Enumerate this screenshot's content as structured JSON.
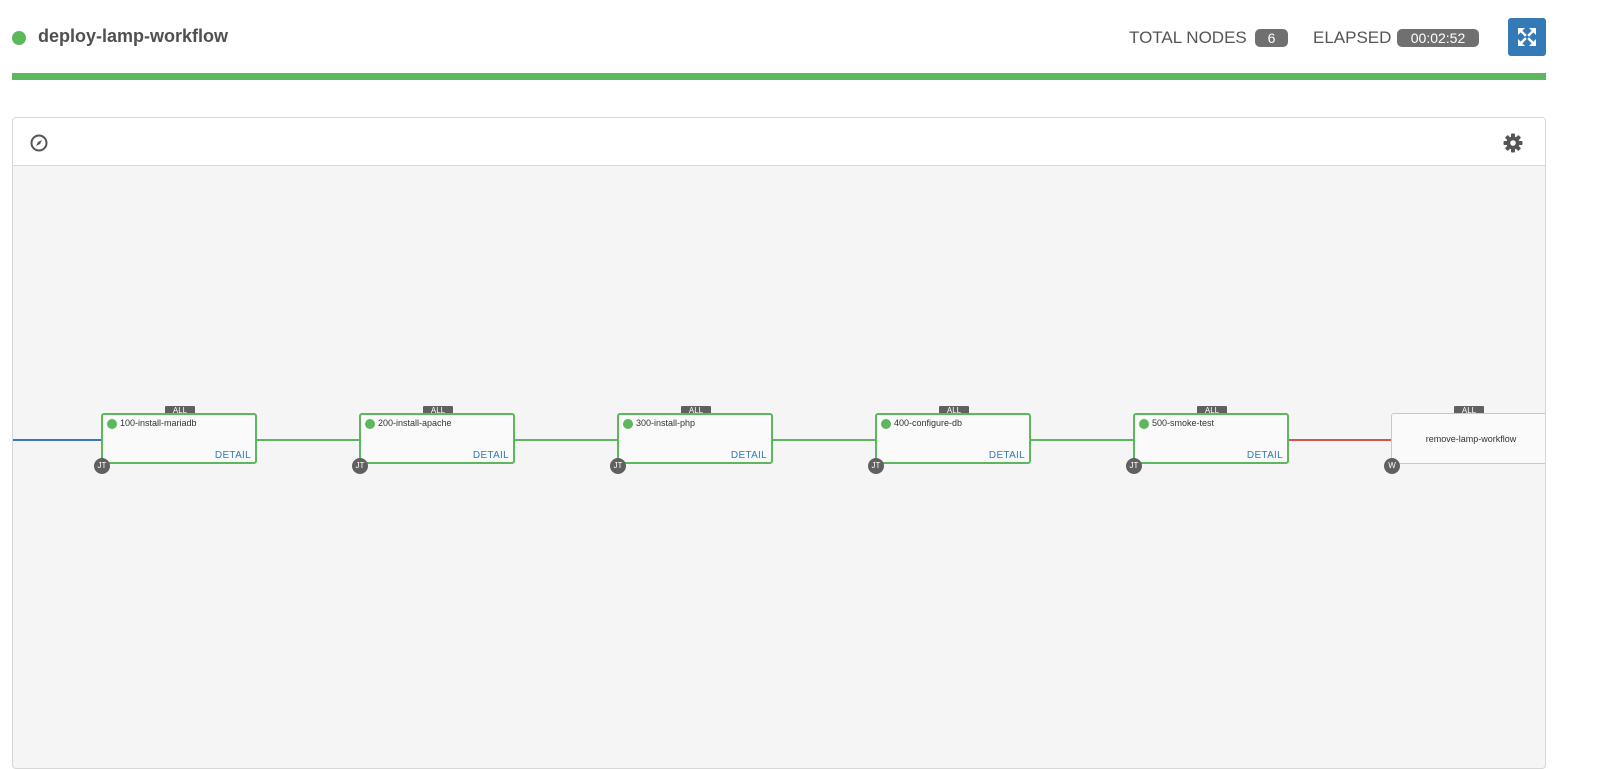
{
  "header": {
    "title": "deploy-lamp-workflow",
    "status_color": "#5cb85c",
    "total_nodes_label": "TOTAL NODES",
    "total_nodes_value": "6",
    "elapsed_label": "ELAPSED",
    "elapsed_value": "00:02:52",
    "expand_icon": "expand-icon",
    "progress": 1.0
  },
  "toolbar": {
    "compass_icon": "compass-icon",
    "settings_icon": "gear-icon"
  },
  "nodes": [
    {
      "name": "100-install-mariadb",
      "detail": "DETAIL",
      "edge_label": "ALL",
      "type": "JT",
      "status": "successful"
    },
    {
      "name": "200-install-apache",
      "detail": "DETAIL",
      "edge_label": "ALL",
      "type": "JT",
      "status": "successful"
    },
    {
      "name": "300-install-php",
      "detail": "DETAIL",
      "edge_label": "ALL",
      "type": "JT",
      "status": "successful"
    },
    {
      "name": "400-configure-db",
      "detail": "DETAIL",
      "edge_label": "ALL",
      "type": "JT",
      "status": "successful"
    },
    {
      "name": "500-smoke-test",
      "detail": "DETAIL",
      "edge_label": "ALL",
      "type": "JT",
      "status": "successful"
    },
    {
      "name": "remove-lamp-workflow",
      "edge_label": "ALL",
      "type": "W",
      "status": "pending"
    }
  ],
  "colors": {
    "success": "#5cb85c",
    "failure_link": "#d9534f",
    "start_link": "#337ab7",
    "accent": "#337ab7"
  }
}
